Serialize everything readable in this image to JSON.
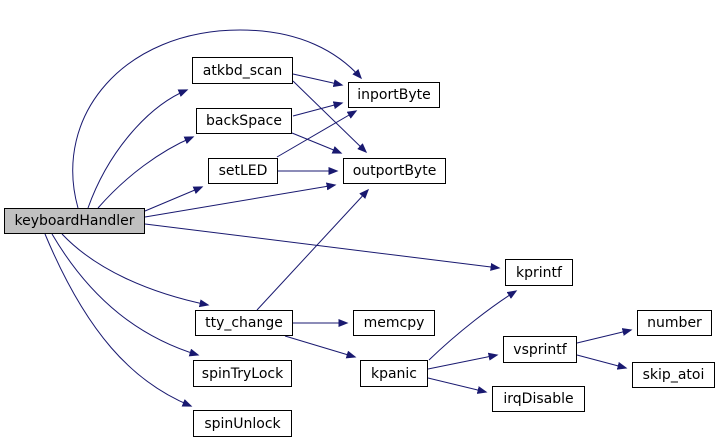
{
  "diagram": {
    "type": "call-graph",
    "background_color": "#ffffff",
    "edge_color": "#191970",
    "node_border_color": "#000000",
    "node_fill_color": "#ffffff",
    "highlighted_node_fill_color": "#c0c0c0",
    "nodes": [
      {
        "id": "keyboardHandler",
        "label": "keyboardHandler",
        "highlighted": true
      },
      {
        "id": "atkbd_scan",
        "label": "atkbd_scan"
      },
      {
        "id": "backSpace",
        "label": "backSpace"
      },
      {
        "id": "setLED",
        "label": "setLED"
      },
      {
        "id": "inportByte",
        "label": "inportByte"
      },
      {
        "id": "outportByte",
        "label": "outportByte"
      },
      {
        "id": "kprintf",
        "label": "kprintf"
      },
      {
        "id": "tty_change",
        "label": "tty_change"
      },
      {
        "id": "memcpy",
        "label": "memcpy"
      },
      {
        "id": "spinTryLock",
        "label": "spinTryLock"
      },
      {
        "id": "spinUnlock",
        "label": "spinUnlock"
      },
      {
        "id": "kpanic",
        "label": "kpanic"
      },
      {
        "id": "vsprintf",
        "label": "vsprintf"
      },
      {
        "id": "irqDisable",
        "label": "irqDisable"
      },
      {
        "id": "number",
        "label": "number"
      },
      {
        "id": "skip_atoi",
        "label": "skip_atoi"
      }
    ],
    "edges": [
      {
        "from": "keyboardHandler",
        "to": "atkbd_scan"
      },
      {
        "from": "keyboardHandler",
        "to": "backSpace"
      },
      {
        "from": "keyboardHandler",
        "to": "setLED"
      },
      {
        "from": "keyboardHandler",
        "to": "inportByte"
      },
      {
        "from": "keyboardHandler",
        "to": "outportByte"
      },
      {
        "from": "keyboardHandler",
        "to": "kprintf"
      },
      {
        "from": "keyboardHandler",
        "to": "tty_change"
      },
      {
        "from": "keyboardHandler",
        "to": "spinTryLock"
      },
      {
        "from": "keyboardHandler",
        "to": "spinUnlock"
      },
      {
        "from": "atkbd_scan",
        "to": "inportByte"
      },
      {
        "from": "atkbd_scan",
        "to": "outportByte"
      },
      {
        "from": "backSpace",
        "to": "inportByte"
      },
      {
        "from": "backSpace",
        "to": "outportByte"
      },
      {
        "from": "setLED",
        "to": "inportByte"
      },
      {
        "from": "setLED",
        "to": "outportByte"
      },
      {
        "from": "tty_change",
        "to": "outportByte"
      },
      {
        "from": "tty_change",
        "to": "memcpy"
      },
      {
        "from": "tty_change",
        "to": "kpanic"
      },
      {
        "from": "kpanic",
        "to": "kprintf"
      },
      {
        "from": "kpanic",
        "to": "vsprintf"
      },
      {
        "from": "kpanic",
        "to": "irqDisable"
      },
      {
        "from": "vsprintf",
        "to": "number"
      },
      {
        "from": "vsprintf",
        "to": "skip_atoi"
      }
    ]
  }
}
